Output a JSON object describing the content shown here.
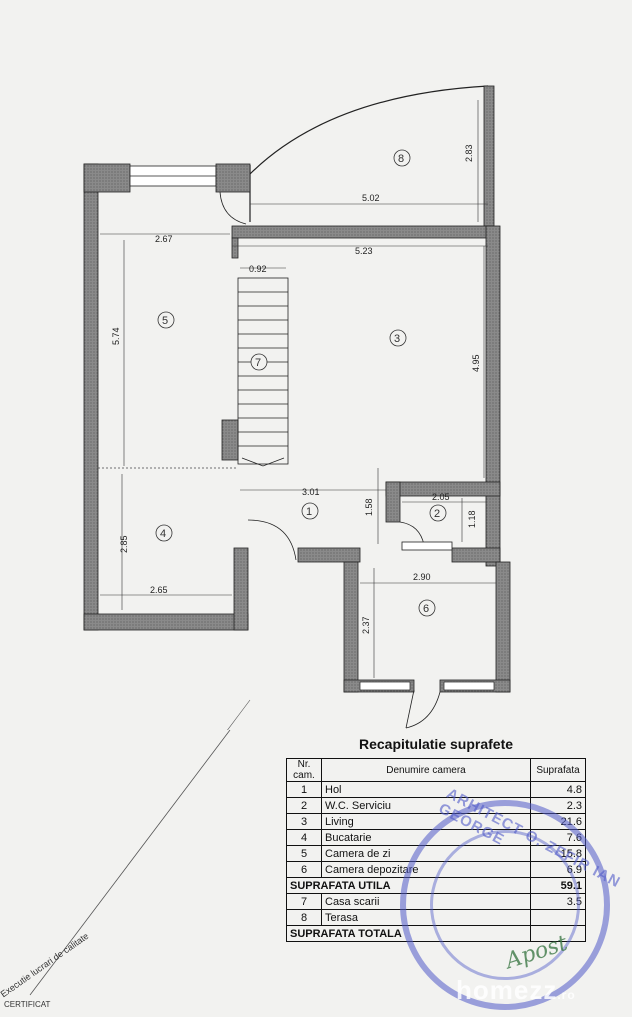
{
  "plan": {
    "dims": {
      "d_502": "5.02",
      "d_283": "2.83",
      "d_267": "2.67",
      "d_523": "5.23",
      "d_092": "0.92",
      "d_574": "5.74",
      "d_495": "4.95",
      "d_301": "3.01",
      "d_158": "1.58",
      "d_205": "2.05",
      "d_118": "1.18",
      "d_285": "2.85",
      "d_265": "2.65",
      "d_290": "2.90",
      "d_237": "2.37"
    },
    "rooms": {
      "r1": "1",
      "r2": "2",
      "r3": "3",
      "r4": "4",
      "r5": "5",
      "r6": "6",
      "r7": "7",
      "r8": "8"
    }
  },
  "summary": {
    "title": "Recapitulatie suprafete",
    "headers": {
      "nr": "Nr. cam.",
      "name": "Denumire camera",
      "area": "Suprafata"
    },
    "rows": [
      {
        "nr": "1",
        "name": "Hol",
        "area": "4.8"
      },
      {
        "nr": "2",
        "name": "W.C. Serviciu",
        "area": "2.3"
      },
      {
        "nr": "3",
        "name": "Living",
        "area": "21.6"
      },
      {
        "nr": "4",
        "name": "Bucatarie",
        "area": "7.6"
      },
      {
        "nr": "5",
        "name": "Camera de zi",
        "area": "15.8"
      },
      {
        "nr": "6",
        "name": "Camera depozitare",
        "area": "6.9"
      }
    ],
    "subtotal": {
      "label": "SUPRAFATA UTILA",
      "area": "59.1"
    },
    "rows2": [
      {
        "nr": "7",
        "name": "Casa scarii",
        "area": "3.5"
      },
      {
        "nr": "8",
        "name": "Terasa",
        "area": ""
      }
    ],
    "total": {
      "label": "SUPRAFATA TOTALA",
      "area": ""
    }
  },
  "stamp_text": "ARHITECT O. ZEFIR IAN GEORGE",
  "signature": "Apost",
  "watermark": {
    "brand": "homezz",
    "tld": ".ro"
  },
  "corner_note": "Executie lucrari de calitate",
  "corner_note2": "CERTIFICAT"
}
